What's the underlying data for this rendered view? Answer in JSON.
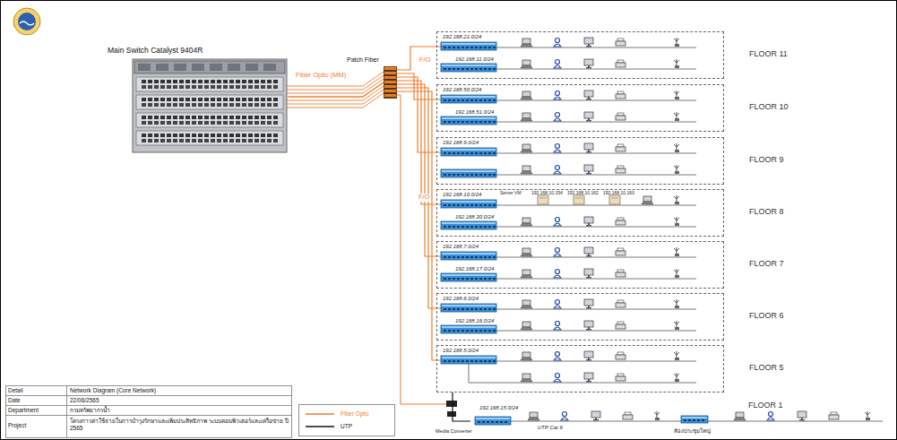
{
  "diagram": {
    "nodes": [
      {
        "text": [
          "Main Switch Catalyst 9404R"
        ]
      },
      {
        "text": [
          "Patch Fiber"
        ]
      },
      {
        "text": [
          "192.168.21.0/24",
          "192.168.11.0/24",
          "FLOOR 11"
        ]
      },
      {
        "text": [
          "192.168.50.0/24",
          "192.168.51.0/24",
          "FLOOR 10"
        ]
      },
      {
        "text": [
          "192.168.9.0/24",
          "FLOOR 9"
        ]
      },
      {
        "text": [
          "192.168.10.0/24",
          "Server VM",
          "192.168.10.154",
          "192.168.10.162",
          "192.168.10.163",
          "192.168.30.0/24",
          "FLOOR 8"
        ]
      },
      {
        "text": [
          "192.168.7.0/24",
          "192.168.17.0/24",
          "FLOOR 7"
        ]
      },
      {
        "text": [
          "192.168.6.0/24",
          "192.168.16.0/24",
          "FLOOR 6"
        ]
      },
      {
        "text": [
          "192.168.5.0/24",
          "FLOOR 5"
        ]
      },
      {
        "text": [
          "192.168.15.0/24",
          "UTP Cat 6",
          "FLOOR 1"
        ]
      }
    ],
    "edges": [
      {
        "from": 0,
        "to": 1,
        "arrow": "none"
      },
      {
        "from": 1,
        "to": 2,
        "arrow": "none"
      },
      {
        "from": 1,
        "to": 3,
        "arrow": "none"
      },
      {
        "from": 1,
        "to": 4,
        "arrow": "none"
      },
      {
        "from": 1,
        "to": 5,
        "arrow": "none"
      },
      {
        "from": 1,
        "to": 6,
        "arrow": "none"
      },
      {
        "from": 1,
        "to": 7,
        "arrow": "none"
      },
      {
        "from": 1,
        "to": 8,
        "arrow": "none"
      },
      {
        "from": 8,
        "to": 9,
        "arrow": "none"
      }
    ],
    "labels": [
      "Fiber Optic (MM)",
      "F/O",
      "F/O",
      "Media Converter",
      "ห้องประชุมใหญ่",
      "Detail",
      "Network Diagram (Core Network)",
      "Date",
      "22/06/2565",
      "Department",
      "กรมทรัพยากรน้ำ",
      "Project",
      "โครงการค่าใช้จ่ายในการบำรุงรักษาและเพิ่มประสิทธิภาพ ระบบคอมพิวเตอร์และเครือข่าย ปี 2565"
    ],
    "legend": [
      {
        "text": "Fiber Optic"
      },
      {
        "text": "UTP"
      }
    ]
  }
}
